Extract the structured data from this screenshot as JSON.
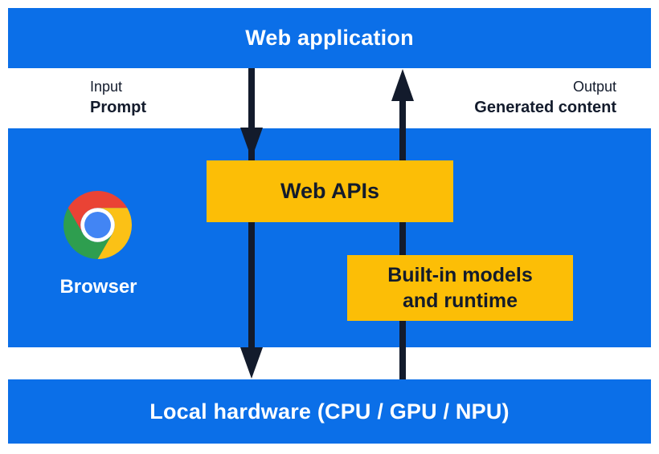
{
  "colors": {
    "blue": "#0b6fe8",
    "yellow": "#fcbe06",
    "dark": "#131b2c",
    "text_on_blue": "#ffffff",
    "chrome_red": "#ea4335",
    "chrome_green": "#2e9e4f",
    "chrome_yellow": "#fbc116",
    "chrome_blue": "#4285f4"
  },
  "top_bar": {
    "label": "Web application"
  },
  "flow_labels": {
    "input_caption": "Input",
    "input_label": "Prompt",
    "output_caption": "Output",
    "output_label": "Generated content"
  },
  "browser_panel": {
    "label": "Browser",
    "logo": "chrome-logo",
    "web_apis_box": {
      "label": "Web APIs"
    },
    "builtin_box": {
      "line1": "Built-in models",
      "line2": "and runtime"
    }
  },
  "arrows": {
    "down": "input-prompt-flow-arrow",
    "up": "generated-content-flow-arrow"
  },
  "bottom_bar": {
    "label": "Local hardware (CPU / GPU / NPU)"
  }
}
